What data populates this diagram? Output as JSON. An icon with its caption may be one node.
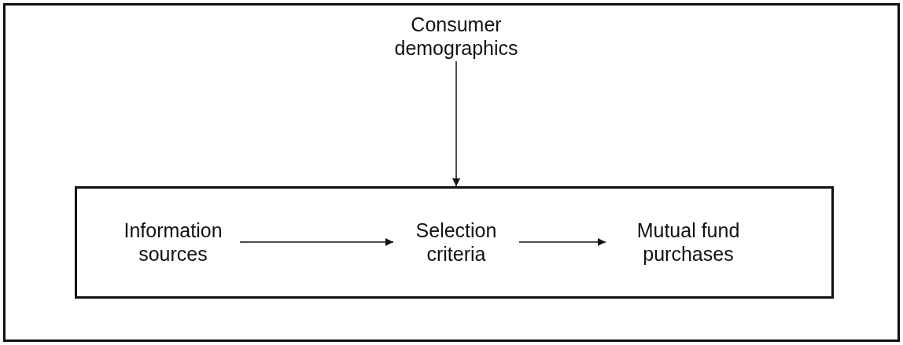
{
  "diagram": {
    "nodes": [
      {
        "text": [
          "Consumer demographics"
        ]
      },
      {
        "text": [],
        "shape": "box"
      },
      {
        "text": [
          "Information sources"
        ],
        "in": 1
      },
      {
        "text": [
          "Selection criteria"
        ],
        "in": 1
      },
      {
        "text": [
          "Mutual fund purchases"
        ],
        "in": 1
      }
    ],
    "edges": [
      {
        "from": 0,
        "to": 1,
        "arrow": "to"
      },
      {
        "from": 2,
        "to": 3,
        "arrow": "to"
      },
      {
        "from": 3,
        "to": 4,
        "arrow": "to"
      }
    ]
  }
}
